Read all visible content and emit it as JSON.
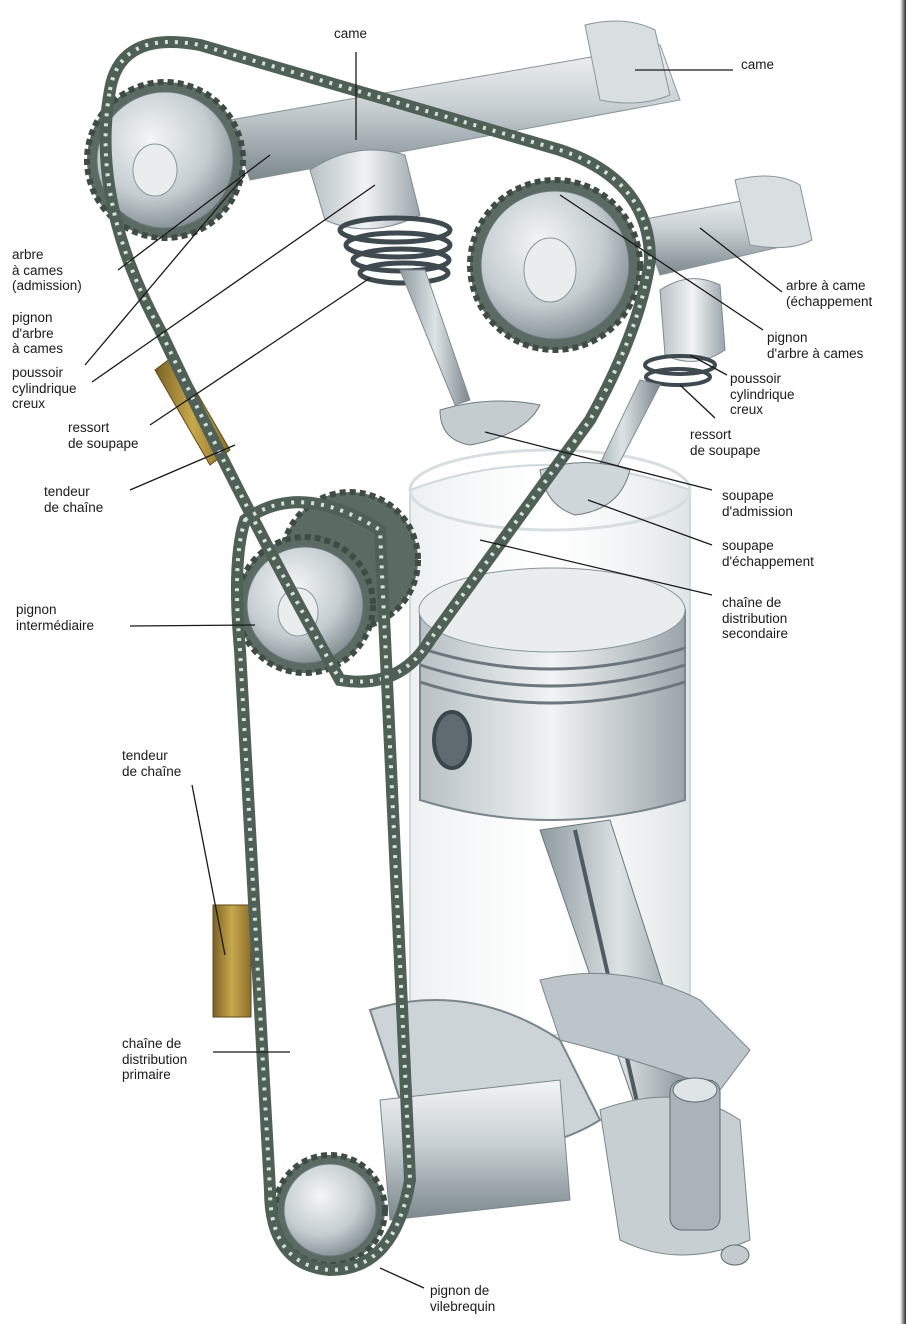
{
  "labels": {
    "came_top": [
      "came"
    ],
    "came_right": [
      "came"
    ],
    "arbre_admission": [
      "arbre",
      "à cames",
      "(admission)"
    ],
    "pignon_arbre_left": [
      "pignon",
      "d'arbre",
      "à cames"
    ],
    "poussoir_left": [
      "poussoir",
      "cylindrique",
      "creux"
    ],
    "ressort_left": [
      "ressort",
      "de soupape"
    ],
    "tendeur_upper": [
      "tendeur",
      "de chaîne"
    ],
    "pignon_intermediaire": [
      "pignon",
      "intermédiaire"
    ],
    "tendeur_lower": [
      "tendeur",
      "de chaîne"
    ],
    "chaine_primaire": [
      "chaîne de",
      "distribution",
      "primaire"
    ],
    "arbre_echappement": [
      "arbre à came",
      "(échappement"
    ],
    "pignon_arbre_right": [
      "pignon",
      "d'arbre à cames"
    ],
    "poussoir_right": [
      "poussoir",
      "cylindrique",
      "creux"
    ],
    "ressort_right": [
      "ressort",
      "de soupape"
    ],
    "soupape_admission": [
      "soupape",
      "d'admission"
    ],
    "soupape_echappement": [
      "soupape",
      "d'échappement"
    ],
    "chaine_secondaire": [
      "chaîne de",
      "distribution",
      "secondaire"
    ],
    "pignon_vilebrequin": [
      "pignon de",
      "vilebrequin"
    ]
  },
  "colors": {
    "metal_light": "#e4e8ea",
    "metal_mid": "#a9b3b8",
    "metal_dark": "#5d6a70",
    "chain": "#4f6157",
    "chain_link": "#d7dfdc",
    "tensioner": "#b0923a",
    "leader_line": "#1a1a1a"
  }
}
